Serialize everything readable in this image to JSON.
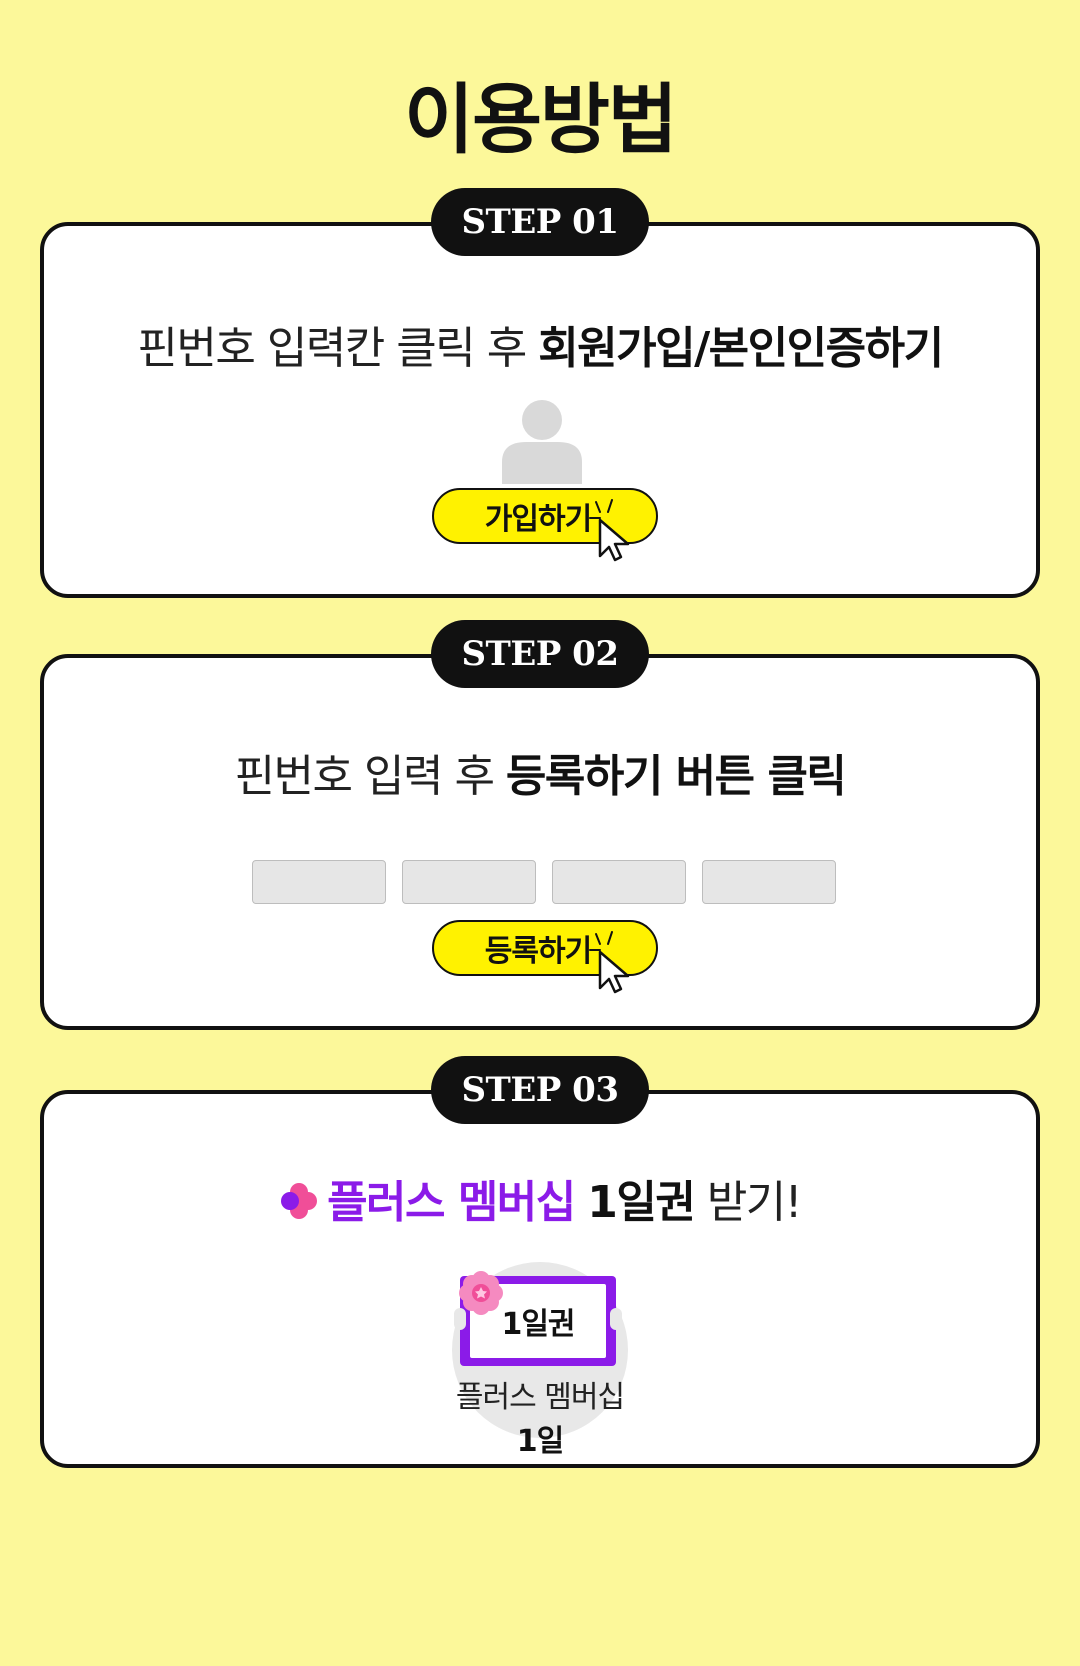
{
  "page": {
    "title": "이용방법",
    "background": "#FCF89A"
  },
  "steps": [
    {
      "badge": "STEP 01",
      "text_plain": "핀번호 입력칸 클릭 후 ",
      "text_bold": "회원가입/본인인증하기",
      "button_label": "가입하기",
      "icons": [
        "user-avatar-icon",
        "cursor-icon"
      ]
    },
    {
      "badge": "STEP 02",
      "text_plain": "핀번호 입력 후 ",
      "text_bold": "등록하기 버튼 클릭",
      "pin_fields": [
        "",
        "",
        "",
        ""
      ],
      "button_label": "등록하기",
      "icons": [
        "cursor-icon"
      ]
    },
    {
      "badge": "STEP 03",
      "text_purple": "플러스 멤버십",
      "text_bold": "1일권",
      "text_plain": " 받기!",
      "ticket_label": "1일권",
      "caption_plain": "플러스 멤버십 ",
      "caption_bold": "1일",
      "icons": [
        "plus-logo-icon",
        "ticket-icon",
        "badge-flower-icon"
      ]
    }
  ],
  "colors": {
    "accent_yellow": "#FFF200",
    "accent_purple": "#8B1BE8",
    "accent_pink": "#F04E98",
    "badge_black": "#111111"
  }
}
